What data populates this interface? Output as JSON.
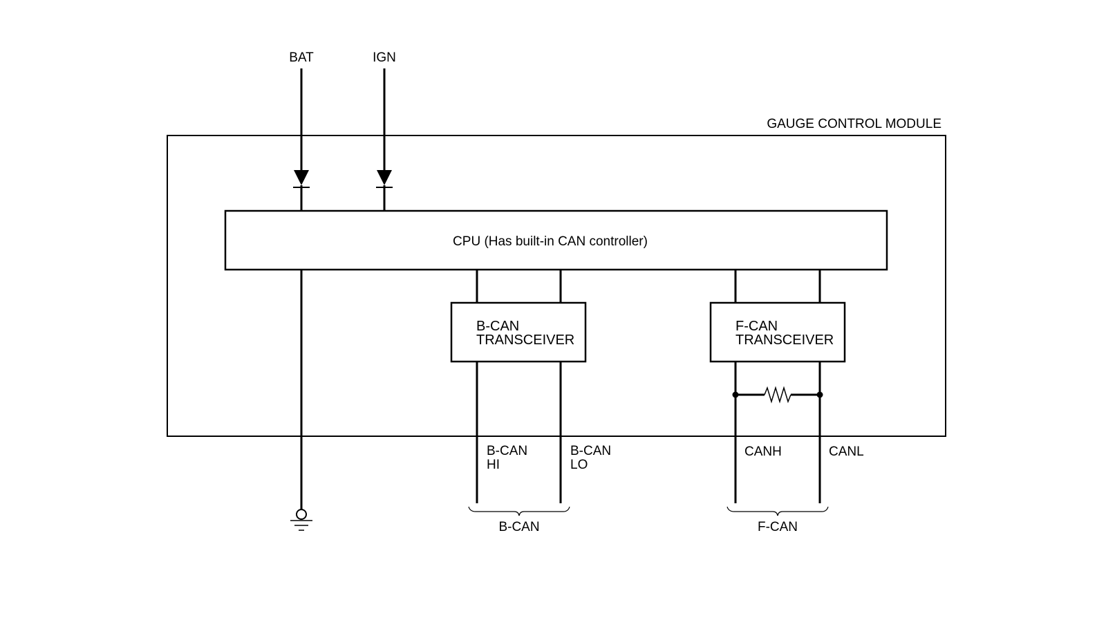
{
  "power": {
    "bat_label": "BAT",
    "ign_label": "IGN"
  },
  "module": {
    "title": "GAUGE CONTROL MODULE"
  },
  "cpu": {
    "label": "CPU (Has built-in CAN controller)"
  },
  "bcan_transceiver": {
    "line1": "B-CAN",
    "line2": "TRANSCEIVER"
  },
  "fcan_transceiver": {
    "line1": "F-CAN",
    "line2": "TRANSCEIVER"
  },
  "terminals": {
    "bcan_hi_line1": "B-CAN",
    "bcan_hi_line2": "HI",
    "bcan_lo_line1": "B-CAN",
    "bcan_lo_line2": "LO",
    "canh": "CANH",
    "canl": "CANL"
  },
  "buses": {
    "bcan": "B-CAN",
    "fcan": "F-CAN"
  },
  "colors": {
    "line": "#000000",
    "background": "#ffffff"
  }
}
